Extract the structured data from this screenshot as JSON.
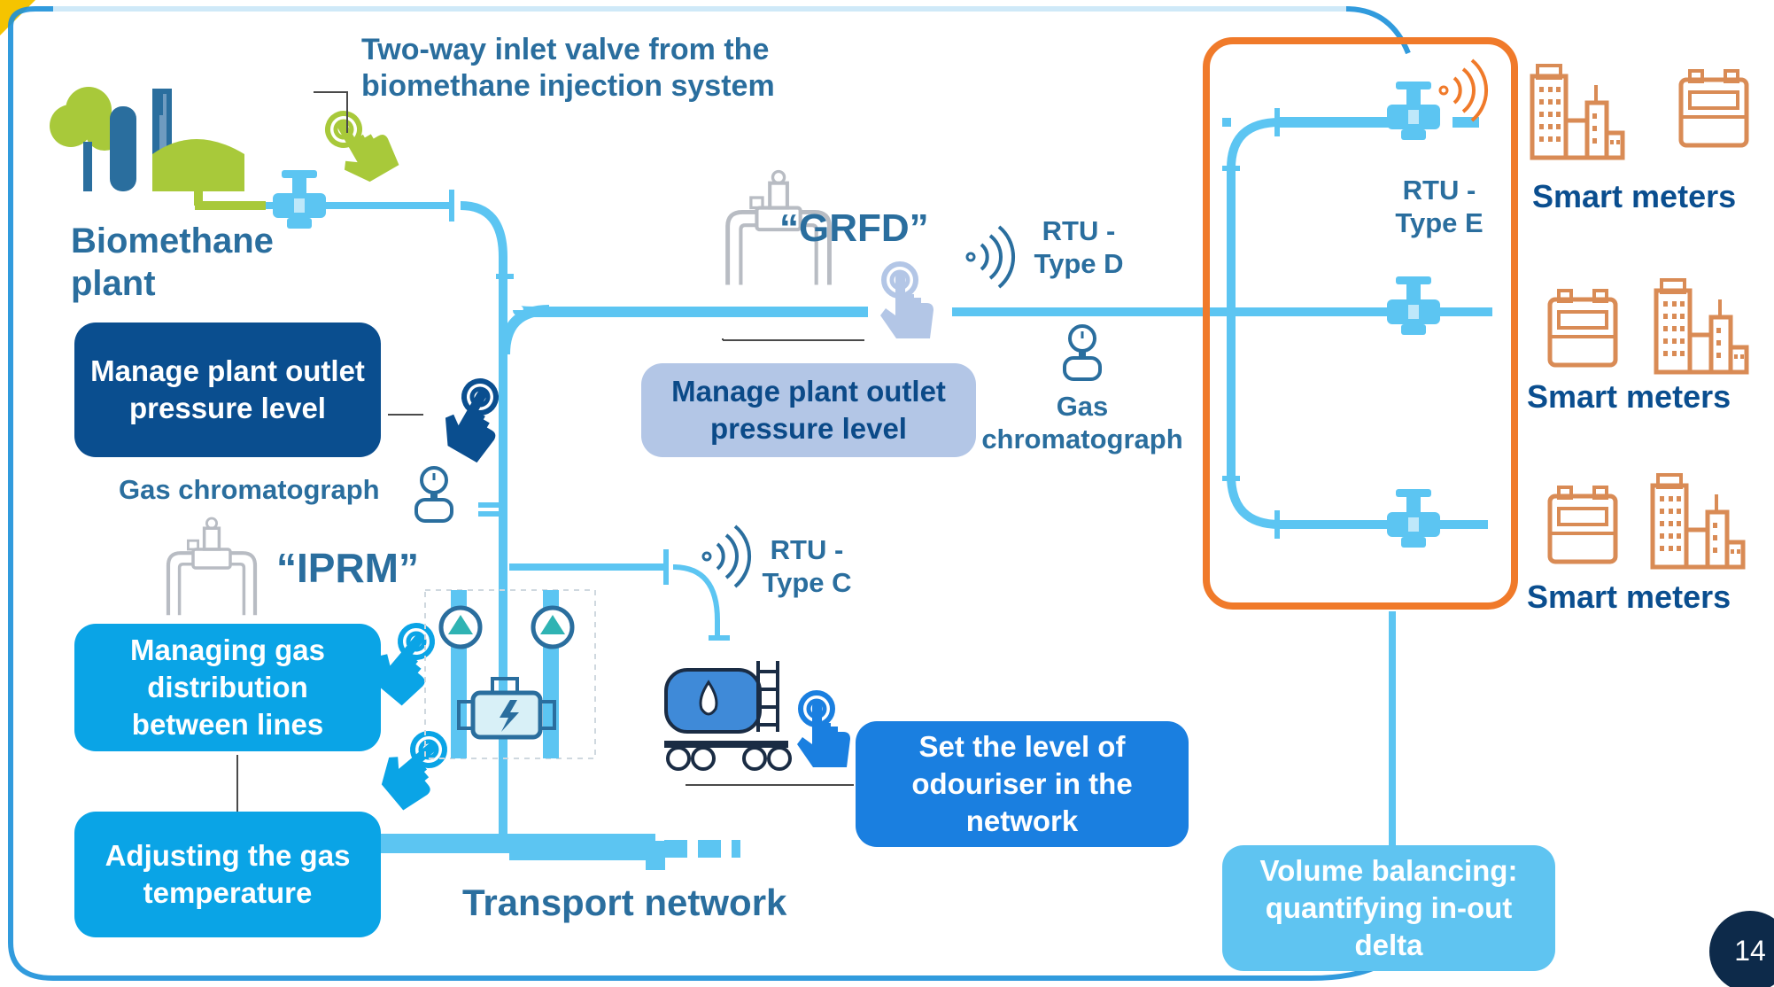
{
  "labels": {
    "valve_title": "Two-way inlet valve from the biomethane injection system",
    "plant": "Biomethane plant",
    "grfd": "“GRFD”",
    "iprm": "“IPRM”",
    "rtu_d": "RTU - Type D",
    "rtu_c": "RTU - Type C",
    "rtu_e": "RTU - Type E",
    "gc_left": "Gas chromatograph",
    "gc_mid": "Gas chromatograph",
    "transport": "Transport network",
    "smart_meters_1": "Smart meters",
    "smart_meters_2": "Smart meters",
    "smart_meters_3": "Smart meters",
    "page_number": "14"
  },
  "boxes": {
    "manage_plant_dark": "Manage plant outlet pressure level",
    "manage_plant_light": "Manage plant outlet pressure level",
    "managing_gas": "Managing gas distribution between lines",
    "adjusting_temp": "Adjusting the gas temperature",
    "odouriser": "Set the level of odouriser in the network",
    "volume_balancing": "Volume balancing: quantifying in-out delta"
  },
  "colors": {
    "pipe": "#5cc5f2",
    "frame": "#1b90d9",
    "text_blue": "#2a6e9e",
    "dark_blue": "#0a4e8f",
    "orange": "#f07a2a",
    "green": "#a8c93a",
    "accent_yellow": "#f5c400"
  },
  "icons": [
    "biomethane-plant-icon",
    "valve-icon",
    "touch-hand-icon",
    "wireless-signal-icon",
    "gas-chromatograph-icon",
    "pressure-regulator-icon",
    "pump-icon",
    "engine-icon",
    "odouriser-tank-icon",
    "building-icon",
    "gas-meter-icon"
  ]
}
